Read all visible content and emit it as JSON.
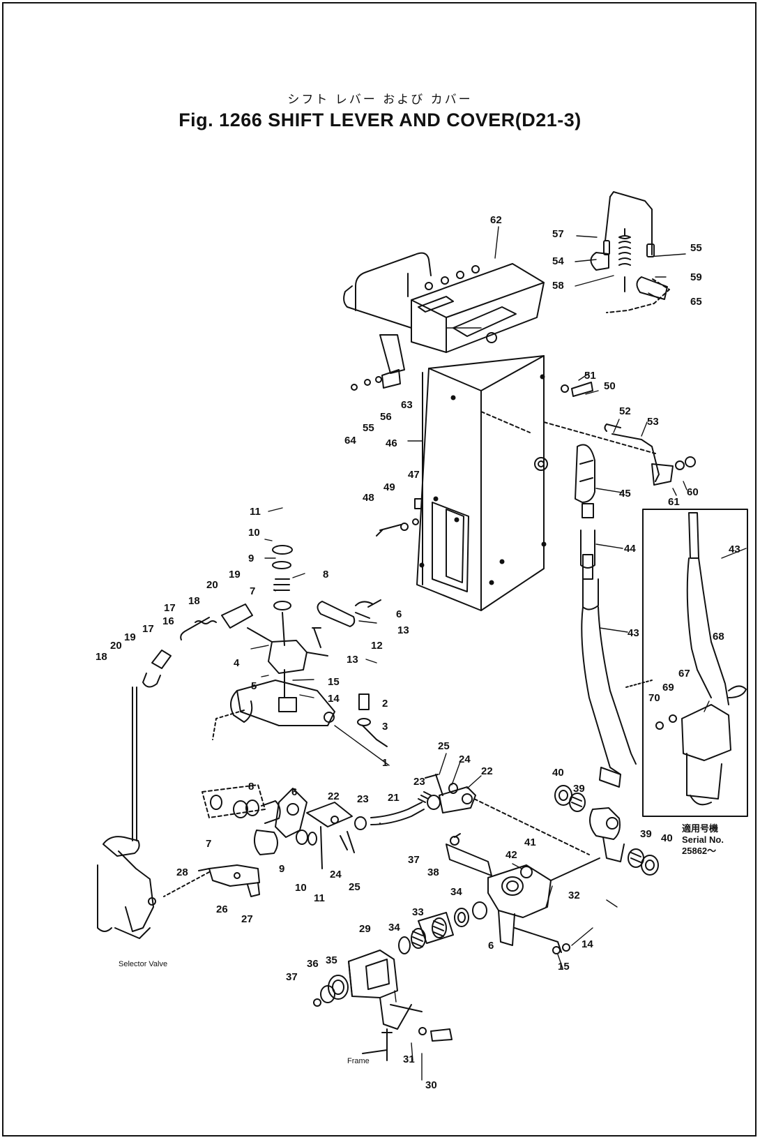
{
  "title": {
    "japanese": "シフト レバー および カバー",
    "english": "Fig. 1266 SHIFT LEVER AND COVER(D21-3)"
  },
  "inset": {
    "jp": "適用号機",
    "label": "Serial No.",
    "value": "25862～"
  },
  "notes": {
    "selector_valve": "Selector Valve",
    "frame": "Frame"
  },
  "callouts": [
    {
      "id": "c62",
      "text": "62"
    },
    {
      "id": "c57",
      "text": "57"
    },
    {
      "id": "c55a",
      "text": "55"
    },
    {
      "id": "c54",
      "text": "54"
    },
    {
      "id": "c58",
      "text": "58"
    },
    {
      "id": "c59",
      "text": "59"
    },
    {
      "id": "c65",
      "text": "65"
    },
    {
      "id": "c51",
      "text": "51"
    },
    {
      "id": "c50",
      "text": "50"
    },
    {
      "id": "c52",
      "text": "52"
    },
    {
      "id": "c53",
      "text": "53"
    },
    {
      "id": "c60",
      "text": "60"
    },
    {
      "id": "c61",
      "text": "61"
    },
    {
      "id": "c64",
      "text": "64"
    },
    {
      "id": "c55b",
      "text": "55"
    },
    {
      "id": "c56",
      "text": "56"
    },
    {
      "id": "c63",
      "text": "63"
    },
    {
      "id": "c46",
      "text": "46"
    },
    {
      "id": "c45",
      "text": "45"
    },
    {
      "id": "c47",
      "text": "47"
    },
    {
      "id": "c49",
      "text": "49"
    },
    {
      "id": "c48",
      "text": "48"
    },
    {
      "id": "c44",
      "text": "44"
    },
    {
      "id": "c43a",
      "text": "43"
    },
    {
      "id": "c43b",
      "text": "43"
    },
    {
      "id": "c68",
      "text": "68"
    },
    {
      "id": "c67",
      "text": "67"
    },
    {
      "id": "c69",
      "text": "69"
    },
    {
      "id": "c70",
      "text": "70"
    },
    {
      "id": "c11a",
      "text": "11"
    },
    {
      "id": "c10a",
      "text": "10"
    },
    {
      "id": "c9a",
      "text": "9"
    },
    {
      "id": "c8a",
      "text": "8"
    },
    {
      "id": "c7a",
      "text": "7"
    },
    {
      "id": "c19a",
      "text": "19"
    },
    {
      "id": "c20a",
      "text": "20"
    },
    {
      "id": "c18a",
      "text": "18"
    },
    {
      "id": "c17a",
      "text": "17"
    },
    {
      "id": "c16",
      "text": "16"
    },
    {
      "id": "c17b",
      "text": "17"
    },
    {
      "id": "c19b",
      "text": "19"
    },
    {
      "id": "c20b",
      "text": "20"
    },
    {
      "id": "c18b",
      "text": "18"
    },
    {
      "id": "c4",
      "text": "4"
    },
    {
      "id": "c5",
      "text": "5"
    },
    {
      "id": "c15a",
      "text": "15"
    },
    {
      "id": "c14a",
      "text": "14"
    },
    {
      "id": "c6a",
      "text": "6"
    },
    {
      "id": "c13a",
      "text": "13"
    },
    {
      "id": "c12",
      "text": "12"
    },
    {
      "id": "c13b",
      "text": "13"
    },
    {
      "id": "c2",
      "text": "2"
    },
    {
      "id": "c3",
      "text": "3"
    },
    {
      "id": "c1",
      "text": "1"
    },
    {
      "id": "c25a",
      "text": "25"
    },
    {
      "id": "c24a",
      "text": "24"
    },
    {
      "id": "c22a",
      "text": "22"
    },
    {
      "id": "c23a",
      "text": "23"
    },
    {
      "id": "c21",
      "text": "21"
    },
    {
      "id": "c23b",
      "text": "23"
    },
    {
      "id": "c22b",
      "text": "22"
    },
    {
      "id": "c8b",
      "text": "8"
    },
    {
      "id": "c6b",
      "text": "6"
    },
    {
      "id": "c7b",
      "text": "7"
    },
    {
      "id": "c9b",
      "text": "9"
    },
    {
      "id": "c10b",
      "text": "10"
    },
    {
      "id": "c11b",
      "text": "11"
    },
    {
      "id": "c24b",
      "text": "24"
    },
    {
      "id": "c25b",
      "text": "25"
    },
    {
      "id": "c40a",
      "text": "40"
    },
    {
      "id": "c39a",
      "text": "39"
    },
    {
      "id": "c41",
      "text": "41"
    },
    {
      "id": "c42",
      "text": "42"
    },
    {
      "id": "c37a",
      "text": "37"
    },
    {
      "id": "c38a",
      "text": "38"
    },
    {
      "id": "c39b",
      "text": "39"
    },
    {
      "id": "c40b",
      "text": "40"
    },
    {
      "id": "c28",
      "text": "28"
    },
    {
      "id": "c26",
      "text": "26"
    },
    {
      "id": "c27",
      "text": "27"
    },
    {
      "id": "c32",
      "text": "32"
    },
    {
      "id": "c34a",
      "text": "34"
    },
    {
      "id": "c33",
      "text": "33"
    },
    {
      "id": "c34b",
      "text": "34"
    },
    {
      "id": "c14b",
      "text": "14"
    },
    {
      "id": "c15b",
      "text": "15"
    },
    {
      "id": "c6c",
      "text": "6"
    },
    {
      "id": "c29",
      "text": "29"
    },
    {
      "id": "c36",
      "text": "36"
    },
    {
      "id": "c35",
      "text": "35"
    },
    {
      "id": "c37b",
      "text": "37"
    },
    {
      "id": "c31",
      "text": "31"
    },
    {
      "id": "c30",
      "text": "30"
    }
  ]
}
